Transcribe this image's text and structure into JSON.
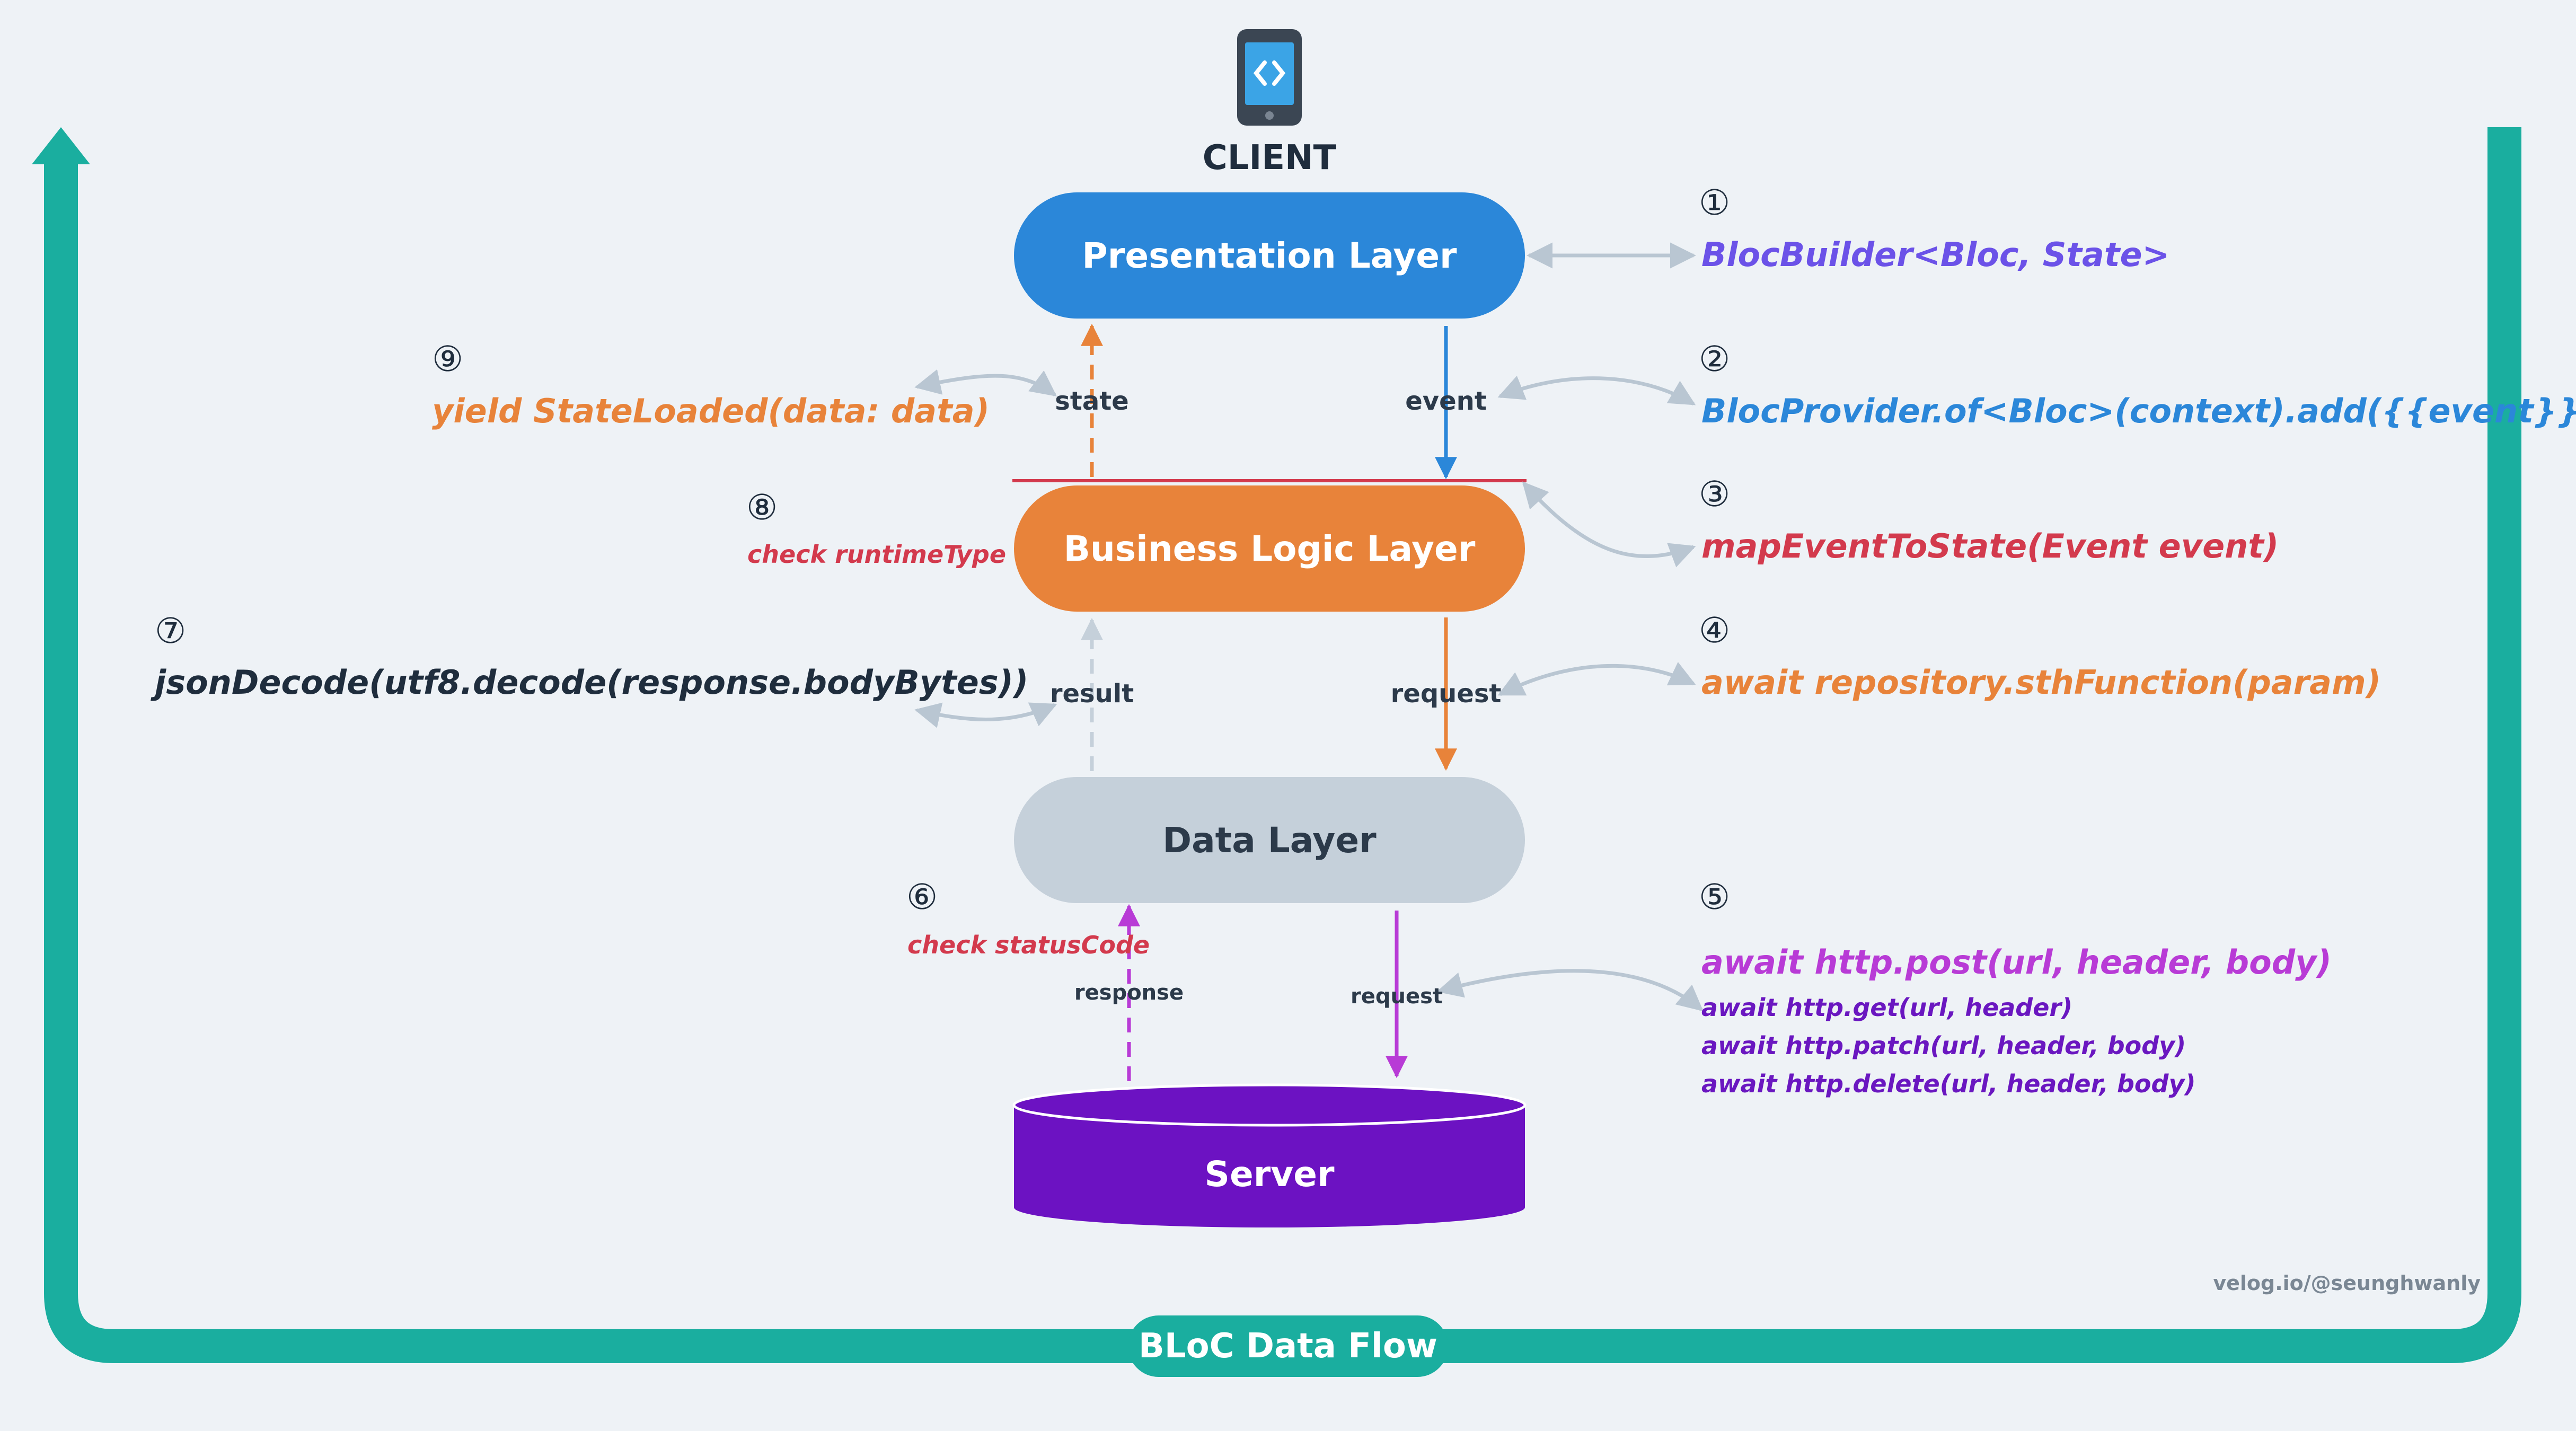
{
  "client": {
    "label": "CLIENT",
    "icon": "mobile-code-icon"
  },
  "layers": {
    "presentation": "Presentation Layer",
    "business": "Business Logic Layer",
    "data": "Data Layer",
    "server": "Server"
  },
  "edges": {
    "state": "state",
    "event": "event",
    "result": "result",
    "request_bl": "request",
    "response": "response",
    "request_srv": "request"
  },
  "steps": {
    "s1": {
      "num": "①",
      "code": "BlocBuilder<Bloc, State>"
    },
    "s2": {
      "num": "②",
      "code": "BlocProvider.of<Bloc>(context).add({{event}})"
    },
    "s3": {
      "num": "③",
      "code": "mapEventToState(Event event)"
    },
    "s4": {
      "num": "④",
      "code": "await repository.sthFunction(param)"
    },
    "s5": {
      "num": "⑤",
      "code": "await http.post(url, header, body)",
      "alt1": "await http.get(url, header)",
      "alt2": "await http.patch(url, header, body)",
      "alt3": "await http.delete(url, header, body)"
    },
    "s6": {
      "num": "⑥",
      "note": "check statusCode"
    },
    "s7": {
      "num": "⑦",
      "code": "jsonDecode(utf8.decode(response.bodyBytes))"
    },
    "s8": {
      "num": "⑧",
      "note": "check runtimeType"
    },
    "s9": {
      "num": "⑨",
      "code": "yield StateLoaded(data: data)"
    }
  },
  "footer": {
    "title": "BLoC Data Flow",
    "credit": "velog.io/@seunghwanly"
  },
  "colors": {
    "teal": "#1aae9f",
    "presentation": "#2b87d9",
    "business": "#e8833a",
    "data": "#c5d0da",
    "server": "#6c12c2",
    "purple_code": "#b83bd6",
    "violet_code": "#6a17c0",
    "builder": "#6b52e8",
    "red": "#d33a4d"
  }
}
